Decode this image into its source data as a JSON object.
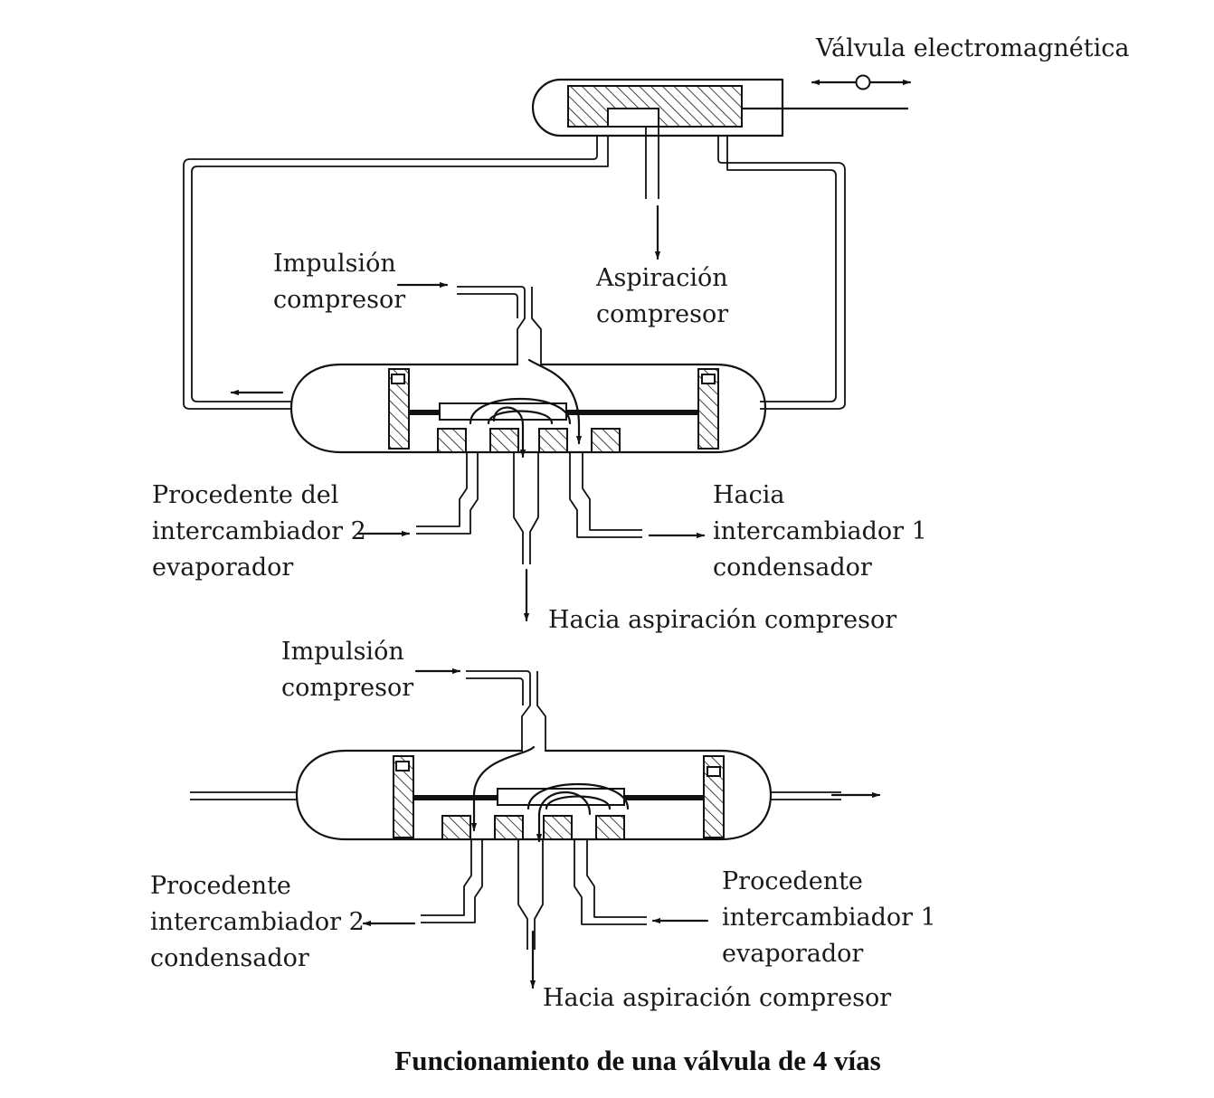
{
  "top_diagram": {
    "solenoid_label": "Válvula electromagnética",
    "discharge_label": [
      "Impulsión",
      "compresor"
    ],
    "suction_label": [
      "Aspiración",
      "compresor"
    ],
    "from_exchanger_label": [
      "Procedente del",
      "intercambiador 2",
      "evaporador"
    ],
    "to_exchanger_label": [
      "Hacia",
      "intercambiador 1",
      "condensador"
    ],
    "to_suction_label": "Hacia aspiración compresor"
  },
  "bottom_diagram": {
    "discharge_label": [
      "Impulsión",
      "compresor"
    ],
    "from_exchanger2_label": [
      "Procedente",
      "intercambiador 2",
      "condensador"
    ],
    "from_exchanger1_label": [
      "Procedente",
      "intercambiador 1",
      "evaporador"
    ],
    "to_suction_label": "Hacia aspiración compresor"
  },
  "caption": "Funcionamiento de una válvula de 4 vías"
}
